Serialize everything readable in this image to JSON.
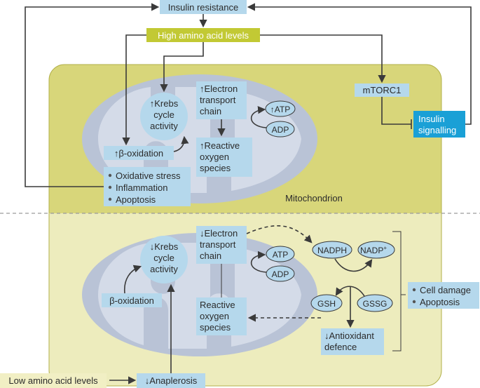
{
  "top": {
    "insulin_resistance": "Insulin resistance",
    "high_amino_acid_levels": "High amino acid levels",
    "mtorc1": "mTORC1",
    "insulin_signalling_line1": "Insulin",
    "insulin_signalling_line2": "signalling",
    "krebs_up_line1": "↑Krebs",
    "krebs_up_line2": "cycle",
    "krebs_up_line3": "activity",
    "etc_up_line1": "↑Electron",
    "etc_up_line2": "transport",
    "etc_up_line3": "chain",
    "atp_up": "↑ATP",
    "adp": "ADP",
    "ros_up_line1": "↑Reactive",
    "ros_up_line2": "oxygen",
    "ros_up_line3": "species",
    "beta_ox_up": "↑β-oxidation",
    "effects": [
      "Oxidative stress",
      "Inflammation",
      "Apoptosis"
    ],
    "mitochondrion_label": "Mitochondrion"
  },
  "bottom": {
    "krebs_down_line1": "↓Krebs",
    "krebs_down_line2": "cycle",
    "krebs_down_line3": "activity",
    "etc_down_line1": "↓Electron",
    "etc_down_line2": "transport",
    "etc_down_line3": "chain",
    "atp": "ATP",
    "adp": "ADP",
    "nadph": "NADPH",
    "nadp_plus": "NADP",
    "nadp_sup": "+",
    "gsh": "GSH",
    "gssg": "GSSG",
    "beta_ox": "β-oxidation",
    "ros_line1": "Reactive",
    "ros_line2": "oxygen",
    "ros_line3": "species",
    "antioxidant_line1": "↓Antioxidant",
    "antioxidant_line2": "defence",
    "outcomes": [
      "Cell damage",
      "Apoptosis"
    ],
    "low_amino_acid_levels": "Low amino acid levels",
    "anaplerosis": "↓Anaplerosis"
  },
  "colors": {
    "cell_top": "#d8d67a",
    "cell_bottom": "#edecbd",
    "mito_outer": "#b9c3d6",
    "mito_inner": "#d4dbe8",
    "blue_box": "#b5d8ec",
    "dark_blue_box": "#1aa0d6",
    "olive_box": "#c2c934",
    "pale_box": "#f1efc4",
    "arrow": "#3a3a3a"
  }
}
